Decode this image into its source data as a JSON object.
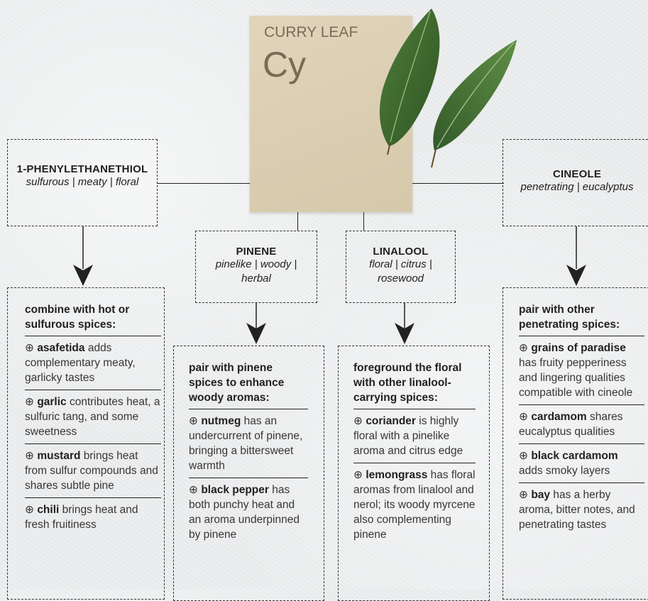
{
  "main": {
    "title": "CURRY LEAF",
    "symbol": "Cy"
  },
  "compounds": [
    {
      "name": "1-PHENYLETHANETHIOL",
      "notes": "sulfurous  |  meaty  |  floral"
    },
    {
      "name": "PINENE",
      "notes": "pinelike  |  woody |  herbal"
    },
    {
      "name": "LINALOOL",
      "notes": "floral  |  citrus  |  rosewood"
    },
    {
      "name": "CINEOLE",
      "notes": "penetrating  |  eucalyptus"
    }
  ],
  "pairings": [
    {
      "heading": "combine with hot or sulfurous spices:",
      "items": [
        {
          "spice": "asafetida",
          "text": " adds complementary meaty, garlicky tastes"
        },
        {
          "spice": "garlic",
          "text": " contributes heat, a sulfuric tang, and some sweetness"
        },
        {
          "spice": "mustard",
          "text": " brings heat from sulfur compounds and shares subtle pine"
        },
        {
          "spice": "chili",
          "text": " brings heat and fresh fruitiness"
        }
      ]
    },
    {
      "heading": "pair with pinene spices to enhance woody aromas:",
      "items": [
        {
          "spice": "nutmeg",
          "text": " has an undercurrent of pinene, bringing a bittersweet warmth"
        },
        {
          "spice": "black pepper",
          "text": " has both punchy heat and an aroma underpinned by pinene"
        }
      ]
    },
    {
      "heading": "foreground the floral with other linalool-carrying spices:",
      "items": [
        {
          "spice": "coriander",
          "text": " is highly floral with a pinelike aroma and citrus edge"
        },
        {
          "spice": "lemongrass",
          "text": " has floral aromas from linalool and nerol; its woody myrcene also complementing pinene"
        }
      ]
    },
    {
      "heading": "pair with other penetrating spices:",
      "items": [
        {
          "spice": "grains of paradise",
          "text": " has fruity pepperiness and lingering qualities compatible with cineole"
        },
        {
          "spice": "cardamom",
          "text": " shares eucalyptus qualities"
        },
        {
          "spice": "black cardamom",
          "text": " adds smoky layers"
        },
        {
          "spice": "bay",
          "text": " has a herby aroma, bitter notes, and penetrating tastes"
        }
      ]
    }
  ],
  "symbols": {
    "oplus": "⊕"
  },
  "colors": {
    "card": "#dccfb4",
    "card_text": "#7a6c54",
    "leaf": "#3f6b2e",
    "leaf_light": "#5c8a44"
  },
  "icons": [
    "leaf-icon",
    "arrow-down-icon",
    "oplus-icon"
  ]
}
